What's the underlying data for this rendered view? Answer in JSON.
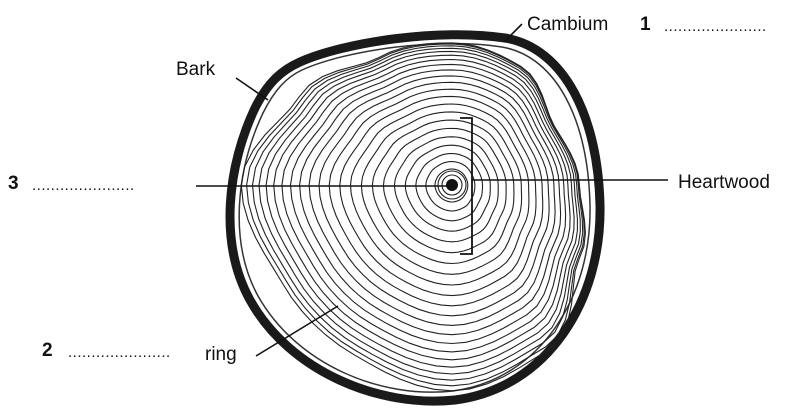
{
  "diagram": {
    "labels": {
      "cambium": "Cambium",
      "bark": "Bark",
      "heartwood": "Heartwood",
      "ring": "ring"
    },
    "blanks": [
      {
        "number": "1",
        "answer_line": "......................"
      },
      {
        "number": "2",
        "answer_line": "......................"
      },
      {
        "number": "3",
        "answer_line": "......................"
      }
    ]
  }
}
